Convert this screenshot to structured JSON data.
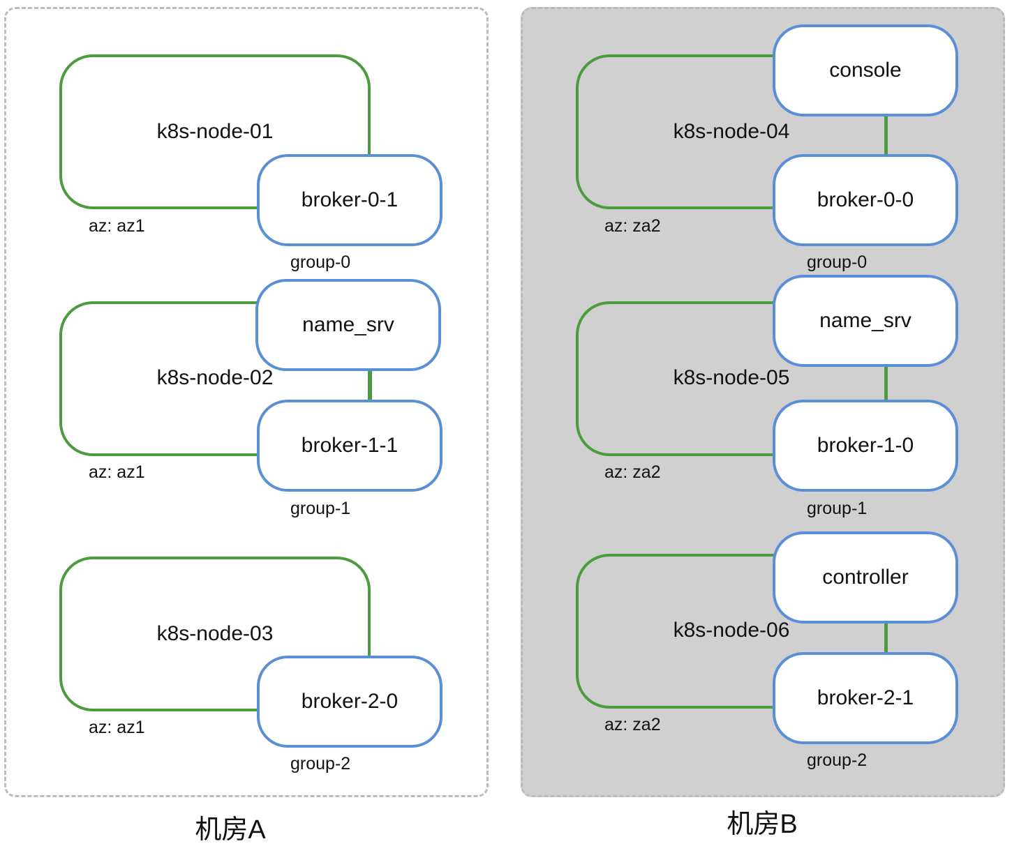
{
  "datacenters": {
    "a": {
      "label": "机房A",
      "nodes": [
        {
          "name": "k8s-node-01",
          "az": "az: az1",
          "group": "group-0",
          "pods": [
            "broker-0-1"
          ]
        },
        {
          "name": "k8s-node-02",
          "az": "az: az1",
          "group": "group-1",
          "pods": [
            "name_srv",
            "broker-1-1"
          ]
        },
        {
          "name": "k8s-node-03",
          "az": "az: az1",
          "group": "group-2",
          "pods": [
            "broker-2-0"
          ]
        }
      ]
    },
    "b": {
      "label": "机房B",
      "nodes": [
        {
          "name": "k8s-node-04",
          "az": "az: za2",
          "group": "group-0",
          "pods": [
            "console",
            "broker-0-0"
          ]
        },
        {
          "name": "k8s-node-05",
          "az": "az: za2",
          "group": "group-1",
          "pods": [
            "name_srv",
            "broker-1-0"
          ]
        },
        {
          "name": "k8s-node-06",
          "az": "az: za2",
          "group": "group-2",
          "pods": [
            "controller",
            "broker-2-1"
          ]
        }
      ]
    }
  },
  "colors": {
    "node_border": "#4c9c3e",
    "pod_border": "#5a8fd6",
    "zone_b_fill": "#d0d0d0",
    "dashed_border": "#bcbcbc"
  }
}
